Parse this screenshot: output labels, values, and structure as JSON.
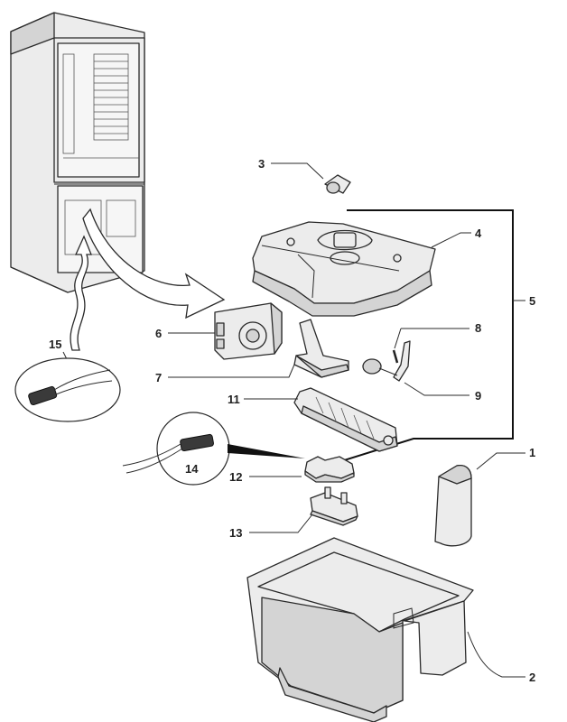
{
  "callouts": {
    "c1": "1",
    "c2": "2",
    "c3": "3",
    "c4": "4",
    "c5": "5",
    "c6": "6",
    "c7": "7",
    "c8": "8",
    "c9": "9",
    "c11": "11",
    "c12": "12",
    "c13": "13",
    "c14": "14",
    "c15": "15"
  },
  "colors": {
    "line": "#2a2a2a",
    "part_fill": "#ececec",
    "shade": "#d4d4d4"
  }
}
